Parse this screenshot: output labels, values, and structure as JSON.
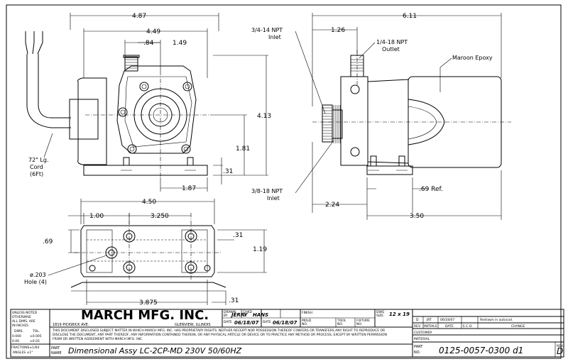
{
  "dimensions": {
    "front_overall_width": "4.87",
    "front_body_width": "4.49",
    "outlet_offset": ".84",
    "outlet_to_center": "1.49",
    "overall_height": "4.13",
    "center_height": "1.81",
    "base_thickness": ".31",
    "base_center_offset": "1.87",
    "side_overall_length": "6.11",
    "inlet_offset": "1.26",
    "inlet_to_base": "2.24",
    "base_length": "3.50",
    "base_ref": ".69 Ref.",
    "base_width": "4.50",
    "hole_offset": "1.00",
    "hole_spacing_x": "3.250",
    "plate_depth": ".69",
    "slot_width": ".31",
    "hole_spacing_y": "1.19",
    "bottom_width": "3.875",
    "bottom_edge": ".31"
  },
  "labels": {
    "inlet_top": [
      "3/4-14 NPT",
      "Inlet"
    ],
    "outlet": [
      "1/4-18 NPT",
      "Outlet"
    ],
    "epoxy": "Maroon Epoxy",
    "inlet_bottom": [
      "3/8-18 NPT",
      "Inlet"
    ],
    "cord": [
      "72\" Lg.",
      "Cord",
      "(6Ft)"
    ],
    "hole": [
      "ø.203",
      "Hole (4)"
    ]
  },
  "title_block": {
    "tolerance_note": [
      "UNLESS NOTED",
      "OTHERWISE",
      "ALL DIMS. ARE",
      "IN INCHES"
    ],
    "dims_tol_header": [
      "DIMS.",
      "TOL."
    ],
    "tol_rows": [
      [
        "0.000",
        "±0.005"
      ],
      [
        "0.00",
        "±0.03"
      ]
    ],
    "fractions": "FRACTIONS±1/64",
    "angles": "ANGLES ±1°",
    "company": "MARCH MFG. INC.",
    "address": "1819 PICKWICK AVE.",
    "city": "GLENVIEW, ILLINOIS",
    "notice": [
      "THIS DOCUMENT DISCLOSED SUBJECT MATTER IN WHICH MARCH MFG. INC. HAS PROPRIETARY RIGHTS. NEITHER RECEIPT NOR POSSESSION THEREOF CONFERS OR TRANSFERS ANY RIGHT TO REPRODUCE OR",
      "DISCLOSE THE DOCUMENT, ANY PART THEREOF, ANY INFORMATION CONTAINED THEREIN, OR ANY PHYSICAL ARTICLE OR DEVICE OR TO PRACTICE ANY METHOD OR PROCESS, EXCEPT BY WRITTEN PERMISSION",
      "FROM OR WRITTEN AGREEMENT WITH MARCH MFG. INC."
    ],
    "drawn_by_label": [
      "DRAWN",
      "BY"
    ],
    "drawn_by": "JERRY",
    "chkd_by_label": [
      "CHKD",
      "BY"
    ],
    "chkd_by": "HANS",
    "date_label": "DATE",
    "drawn_date": "06/18/07",
    "chkd_date": "06/18/07",
    "finish_label": "FINISH",
    "mold_label": [
      "MOLD",
      "NO."
    ],
    "tool_label": [
      "TOOL",
      "NO."
    ],
    "fixture_label": [
      "FIXTURE",
      "NO."
    ],
    "dwg_size_label": [
      "DWG",
      "SIZE"
    ],
    "dwg_size": "12 x 19",
    "rev_row": [
      "D",
      "JRT",
      "06/18/07",
      "",
      "Redrawn in autocad."
    ],
    "rev_headers": [
      "REV.",
      "INITIALS",
      "DATE",
      "E.C.O.",
      "CHANGE"
    ],
    "customer_label": "CUSTOMER",
    "material_label": "MATERIAL",
    "part_name_label": [
      "PART",
      "NAME"
    ],
    "part_name": "Dimensional Assy LC-2CP-MD 230V 50/60HZ",
    "part_no_label": [
      "PART",
      "NO."
    ],
    "part_no": "0125-0057-0300 d1",
    "rev_label": "REV.",
    "rev": "D"
  }
}
